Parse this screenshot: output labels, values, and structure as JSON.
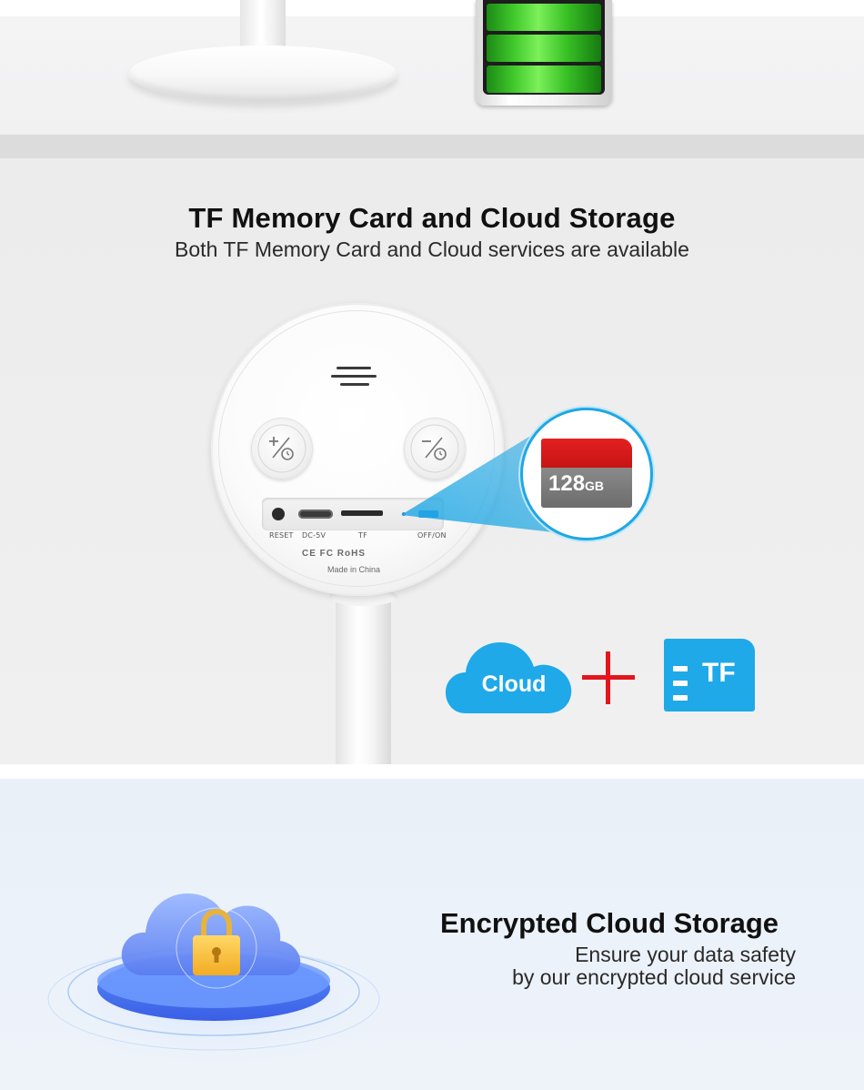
{
  "tf_section": {
    "title": "TF Memory Card and Cloud Storage",
    "subtitle": "Both TF Memory Card and Cloud services are available",
    "device": {
      "reset_label": "RESET",
      "dc_label": "DC-5V",
      "tf_label": "TF",
      "switch_label": "OFF/ON",
      "cert_marks": "CE FC RoHS",
      "made_in": "Made in China"
    },
    "sd_card": {
      "capacity": "128",
      "unit": "GB"
    },
    "cloud_badge_label": "Cloud",
    "tf_badge_label": "TF",
    "accent_color": "#1fa9e8",
    "plus_color": "#e4161d"
  },
  "encrypted_section": {
    "title": "Encrypted Cloud Storage",
    "line1": "Ensure your data safety",
    "line2": "by our encrypted cloud service"
  }
}
